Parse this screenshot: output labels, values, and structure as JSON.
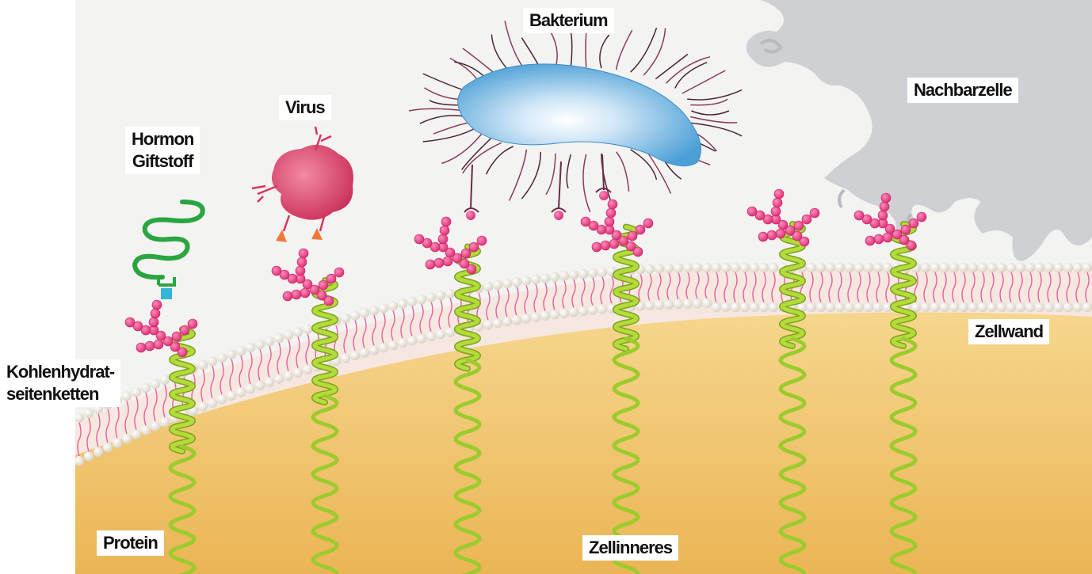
{
  "labels": {
    "hormon": "Hormon",
    "giftstoff": "Giftstoff",
    "virus": "Virus",
    "bakterium": "Bakterium",
    "nachbarzelle": "Nachbarzelle",
    "zellwand": "Zellwand",
    "kohlenhydrat_line1": "Kohlenhydrat-",
    "kohlenhydrat_line2": "seitenketten",
    "protein": "Protein",
    "zellinneres": "Zellinneres"
  },
  "colors": {
    "background": "#f3f3f1",
    "neighbor_cell": "#cfd0d3",
    "bacterium": "#5aa9dc",
    "virus": "#d6345f",
    "hormone_chain": "#2aa542",
    "receptor_square": "#31b6d8",
    "sugar_bead": "#e0407e",
    "lipid_head": "#ebe6dc",
    "lipid_tail": "#e7609a",
    "cytoplasm": "#efc368",
    "protein_helix": "#9bcb2d"
  },
  "icons": [
    "bacterium-shape",
    "virus-shape",
    "hormone-chain",
    "neighbor-cell-shape",
    "protein-helix",
    "sugar-chain"
  ]
}
